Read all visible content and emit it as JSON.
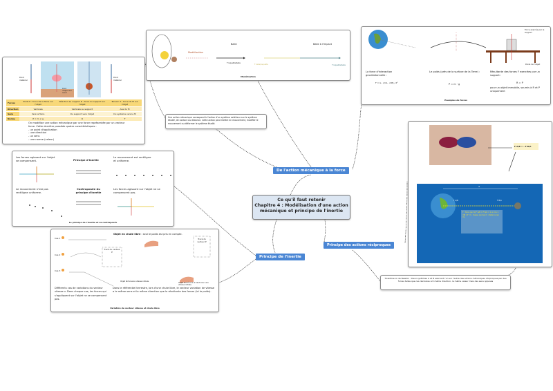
{
  "central": {
    "line1": "Ce qu'il faut retenir",
    "line2": "Chapitre 4 : Modélisation d'une action",
    "line3": "mécanique et principe de l'inertie"
  },
  "branches": {
    "action_force": "De l'action mécanique à la force",
    "inertie": "Principe de l'inertie",
    "reciproques": "Principe des actions réciproques"
  },
  "definition": "Une action mécanique correspond à l'action d'un système extérieur sur le système étudié, de contact ou distance. Cette action peut mettre en mouvement, modifier le mouvement ou déformer le système étudié.",
  "vector_box": {
    "point_materiel": "Point matériel",
    "point_appui": "Point d'appui sur le sol",
    "table": {
      "headers": [
        "Forces",
        "Poids P : force de la Terre sur l'objet",
        "Réaction au support R : force du support sur l'objet",
        "Tension T : force du fil sur l'objet"
      ],
      "rows": [
        [
          "Direction",
          "Verticale",
          "Verticale au support",
          "Axe du fil"
        ],
        [
          "Sens",
          "Vers la Terre",
          "Du support vers l'objet",
          "Du système vers le fil"
        ],
        [
          "Norme",
          "P = m × g",
          "R",
          "T"
        ]
      ]
    },
    "text": [
      "On modélise une action mécanique par une force représentée par un vecteur force. Cette dernière possède quatre caractéristiques :",
      "- un point d'application",
      "- une direction",
      "- un sens",
      "- une norme (valeur)"
    ]
  },
  "modelisation": {
    "label": "Modélisation",
    "balle": "Balle",
    "balle_impact": "Balle à l'impact",
    "f1": "F raquette/balle",
    "f2": "F balle/raquette",
    "f3": "F raquette/balle",
    "caption": "Modélisation"
  },
  "examples": {
    "grav_text": "La force d'interaction gravitationnelle :",
    "grav_formula": "F = G · (mA · mB) / d²",
    "poids_text": "Le poids (près de la surface de la Terre) :",
    "poids_formula": "P = m · g",
    "support_label": "Force exercée par le support",
    "poids_label": "Poids de l'objet",
    "resultante_text": "Résultante des forces F exercées par un support :",
    "resultante_formula": "R = P",
    "resultante_note": "pour un objet immobile, soumis à R et P uniquement",
    "caption": "Exemples de forces"
  },
  "inertia": {
    "compensent": "Les forces agissant sur l'objet se compensent.",
    "principe": "Principe d'inertie",
    "rectiligne": "Le mouvement est rectiligne et uniforme.",
    "pas_rectiligne": "Le mouvement n'est pas rectiligne uniforme.",
    "contraposee": "Contraposée du principe d'inertie",
    "ne_compensent": "Les forces agissant sur l'objet ne se compensent pas.",
    "caption": "Le principe de l'inertie et sa contraposée"
  },
  "variation": {
    "cas": [
      "Cas 1",
      "Cas 2",
      "Cas 3"
    ],
    "chute_title": "Objet en chute libre",
    "chute_rest": " : seul le poids est pris en compte.",
    "trace": "Tracé du vecteur P",
    "lache": "Objet lâché sans vitesse initiale.",
    "lance": "Objet lancé vers le haut avec une vitesse initiale.",
    "left_text": "Différents cas de variations du vecteur vitesse v. Dans chaque cas, les forces qui s'appliquent sur l'objet ne se compensent pas.",
    "right_text": "Dans le référentiel terrestre, lors d'une chute libre, le vecteur variation de vitesse a le même sens et la même direction que la résultante des forces (ici le poids).",
    "caption": "Variation du vecteur vitesse et chute libre"
  },
  "reciprocal": {
    "formula": "F A/B = - F B/A",
    "d": "d",
    "fab": "F A/B",
    "fba": "F B/A",
    "panel": "F : force (en N)  F A/B = F B/A = G × mA × mB / d²  m : masse (en kg)  d : distance (en m)"
  },
  "newton": "Troisième loi de Newton : Deux systèmes A et B exercent l'un sur l'autre des actions mécaniques réciproques par des forces telles que ces dernières ont même direction, la même valeur mais des sens opposés"
}
